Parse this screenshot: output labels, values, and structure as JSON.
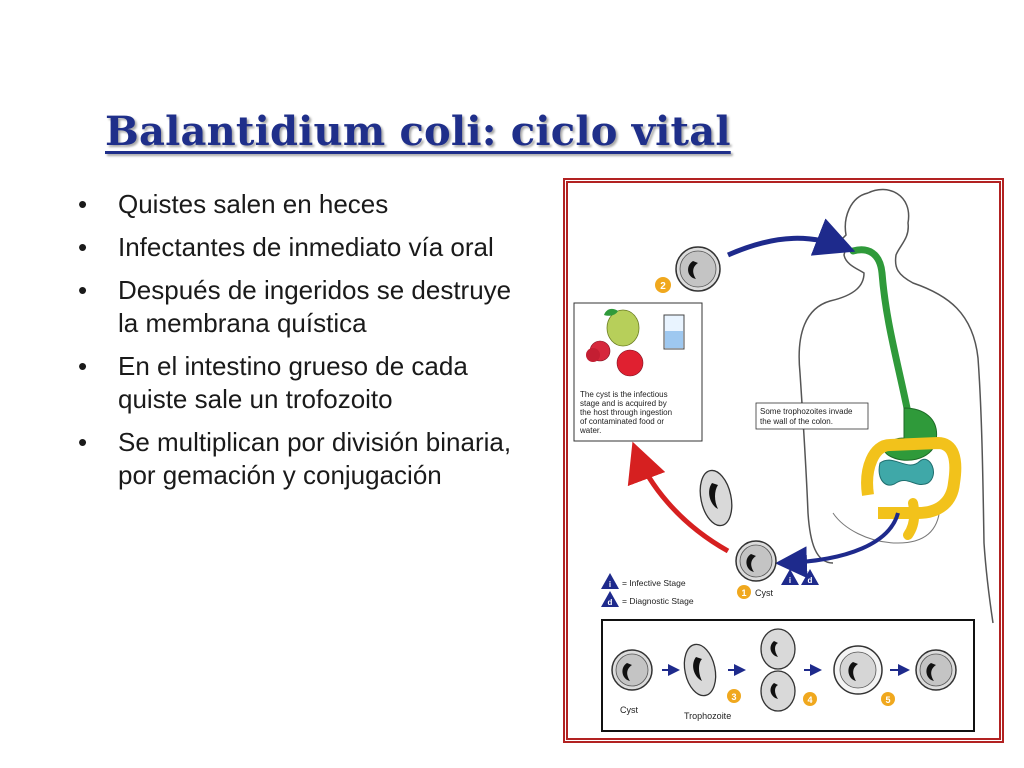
{
  "title": "Balantidium coli:  ciclo vital",
  "bullets": [
    "Quistes salen en heces",
    "Infectantes de inmediato vía oral",
    "Después de ingeridos se destruye la membrana quística",
    "En el intestino grueso de cada quiste sale un trofozoito",
    "Se multiplican por división binaria, por gemación y conjugación"
  ],
  "figure": {
    "infection_note": [
      "The cyst is the infectious",
      "stage and is acquired by",
      "the host through ingestion",
      "of contaminated food or",
      "water."
    ],
    "invade_note": [
      "Some trophozoites invade",
      "the wall of the colon."
    ],
    "legend_infective": "= Infective Stage",
    "legend_diagnostic": "= Diagnostic Stage",
    "legend_i": "i",
    "legend_d": "d",
    "cyst_label": "Cyst",
    "bottom_cyst_label": "Cyst",
    "bottom_trophozoite_label": "Trophozoite",
    "steps": [
      "1",
      "2",
      "3",
      "4",
      "5"
    ],
    "colors": {
      "title": "#1f2f8a",
      "frame": "#b22222",
      "blue_arrow": "#1e2a8c",
      "red_arrow": "#d62020",
      "gut_green": "#2f9a3a",
      "colon_yellow": "#f2c21b",
      "intestine_teal": "#3fa8a8",
      "step_badge": "#f0a81e"
    }
  }
}
